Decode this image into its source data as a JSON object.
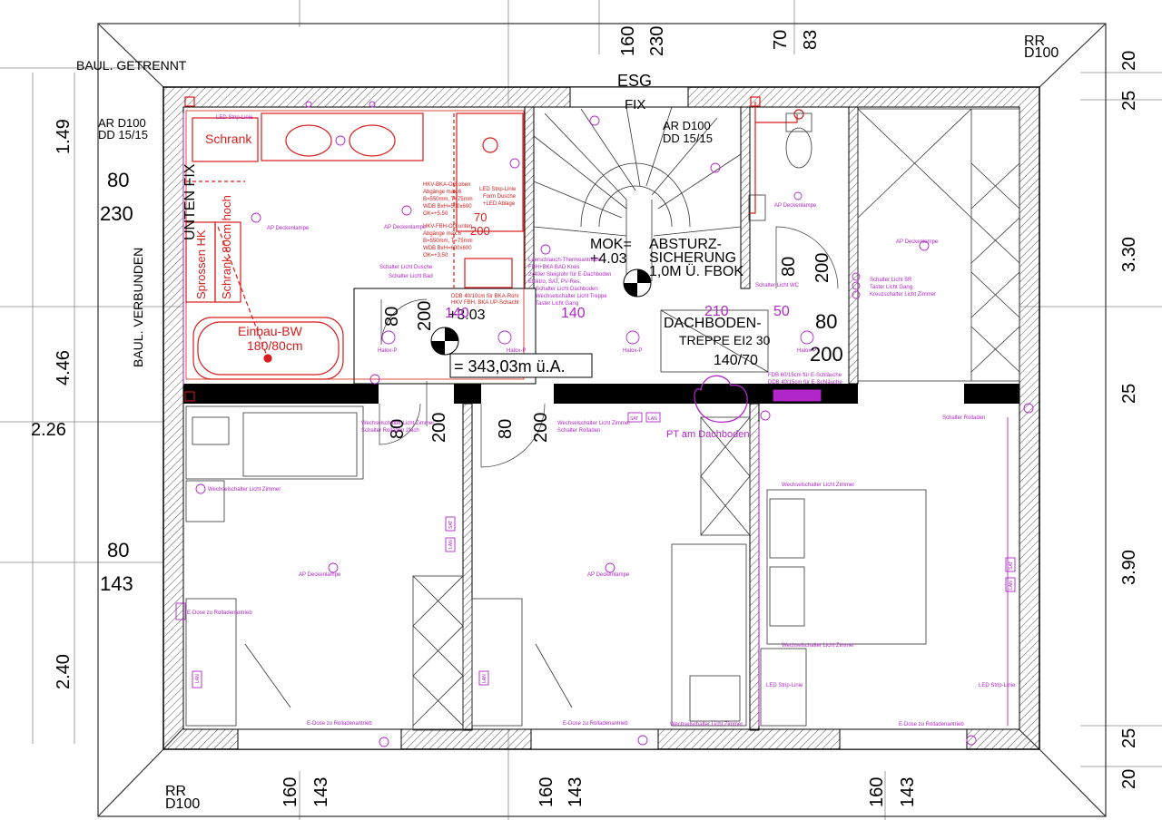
{
  "labels": {
    "baul_getrennt": "BAUL. GETRENNT",
    "baul_verbunden": "BAUL. VERBUNDEN",
    "esg": "ESG",
    "fix": "FIX",
    "unten_fix": "UNTEN FIX",
    "rr_top": [
      "RR",
      "D100"
    ],
    "rr_bottom": [
      "RR",
      "D100"
    ],
    "ar_left": [
      "AR D100",
      "DD 15/15"
    ],
    "ar_mid": [
      "AR D100",
      "DD 15/15"
    ],
    "schrank": "Schrank",
    "schrank_hoch": "Schrank 80cm hoch",
    "sprossen": "Sprossen HK",
    "einbau_bw": [
      "Einbau-BW",
      "180/80cm"
    ],
    "mok": [
      "MOK=",
      "+4.03"
    ],
    "absturz": [
      "ABSTURZ-",
      "SICHERUNG",
      "1,0M Ü. FBOK"
    ],
    "dachboden": [
      "DACHBODEN-",
      "TREPPE EI2 30",
      "140/70"
    ],
    "level": "+3.03",
    "height": "= 343,03m ü.A.",
    "pt_dachboden": "PT am Dachboden"
  },
  "dims": {
    "top": [
      "160",
      "230",
      "70",
      "83"
    ],
    "bottom": [
      "160",
      "143",
      "160",
      "143",
      "160",
      "143"
    ],
    "left": [
      "1.49",
      "80",
      "230",
      "4.46",
      "2.26",
      "80",
      "143",
      "2.40"
    ],
    "right": [
      "20",
      "25",
      "3.30",
      "25",
      "3.90",
      "25",
      "20"
    ],
    "doors": [
      "80",
      "200",
      "80",
      "200",
      "80",
      "200",
      "80",
      "200",
      "80",
      "200",
      "70",
      "200"
    ],
    "misc": [
      "140",
      "140",
      "210",
      "50"
    ]
  },
  "annotations": {
    "ap_deckenlampe": "AP Deckenlampe",
    "led_strip": "LED Strip-Linie",
    "led_dusche": [
      "LED Strip-Linie",
      "Form Dusche",
      "+LED Ablage"
    ],
    "hkv_oben": [
      "HKV-BKA-OG oben",
      "Abgänge max.6",
      "B=550mm, T=75mm",
      "WDB BxH=500x600",
      "OK=+5,50"
    ],
    "hkv_unten": [
      "HKV-FBH-OG unten",
      "Abgänge max.6",
      "B=550mm, T=75mm",
      "WDB BxH=600x600",
      "OK=+3,50"
    ],
    "schalter_dusche": "Schalter Licht Dusche",
    "schalter_bad": "Schalter Licht Bad",
    "leerschlauch": [
      "Leerschlauch-Thermoantriebe",
      "FBH+BKA BAD Kreis",
      "2x40er Steigrohr für E-Dachboden",
      "Elektro, SAT, PV-Res."
    ],
    "schalter_dachboden": [
      "Schalter Licht Dachboden",
      "Wechselschalter Licht Treppe",
      "Taster Licht Gang"
    ],
    "ddb": [
      "DDB 40/10cm für BKA-Rohr",
      "HKV FBH, BKA UP-Schacht"
    ],
    "halox": "Halox-P",
    "schalter_wc": "Schalter Licht WC",
    "schalter_sr": [
      "Schalter Licht SR",
      "Taster Licht Gang",
      "Kreuzschalter Licht Zimmer"
    ],
    "fdb": [
      "FDB 60/15cm für E-Schläuche",
      "DDB 40/15cm für E-Schläuche"
    ],
    "wechsel_zimmer": "Wechselschalter Licht Zimmer",
    "schalter_rolladen": "Schalter Rolladen",
    "schalter_rolladen2": "Schalter Rolladen 2fach",
    "edose": "E-Dose zu Rolladenantrieb",
    "sat": "SAT",
    "lan": "LAN"
  },
  "colors": {
    "wall": "#000000",
    "plumbing": "#d81c1c",
    "electrical": "#b026c8"
  }
}
